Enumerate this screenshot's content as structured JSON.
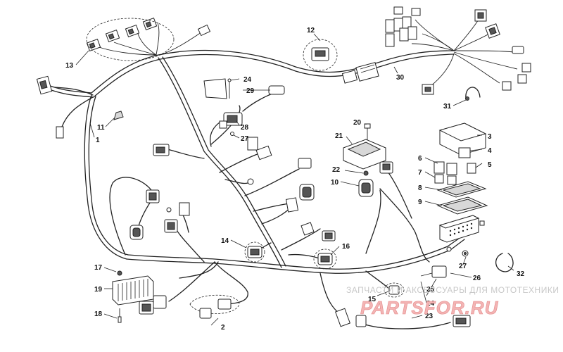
{
  "diagram": {
    "callouts": [
      {
        "id": "1",
        "text": "1"
      },
      {
        "id": "2",
        "text": "2"
      },
      {
        "id": "3",
        "text": "3"
      },
      {
        "id": "4",
        "text": "4"
      },
      {
        "id": "5",
        "text": "5"
      },
      {
        "id": "6",
        "text": "6"
      },
      {
        "id": "7",
        "text": "7"
      },
      {
        "id": "8",
        "text": "8"
      },
      {
        "id": "9",
        "text": "9"
      },
      {
        "id": "10",
        "text": "10"
      },
      {
        "id": "11",
        "text": "11"
      },
      {
        "id": "12",
        "text": "12"
      },
      {
        "id": "13",
        "text": "13"
      },
      {
        "id": "14",
        "text": "14"
      },
      {
        "id": "15",
        "text": "15"
      },
      {
        "id": "16",
        "text": "16"
      },
      {
        "id": "17",
        "text": "17"
      },
      {
        "id": "18",
        "text": "18"
      },
      {
        "id": "19",
        "text": "19"
      },
      {
        "id": "20",
        "text": "20"
      },
      {
        "id": "21",
        "text": "21"
      },
      {
        "id": "22",
        "text": "22"
      },
      {
        "id": "23",
        "text": "23"
      },
      {
        "id": "24a",
        "text": "24"
      },
      {
        "id": "24b",
        "text": "24"
      },
      {
        "id": "25",
        "text": "25"
      },
      {
        "id": "26",
        "text": "26"
      },
      {
        "id": "27a",
        "text": "27"
      },
      {
        "id": "27b",
        "text": "27"
      },
      {
        "id": "28",
        "text": "28"
      },
      {
        "id": "29",
        "text": "29"
      },
      {
        "id": "30",
        "text": "30"
      },
      {
        "id": "31",
        "text": "31"
      },
      {
        "id": "32",
        "text": "32"
      }
    ]
  },
  "watermark": {
    "tagline": "ЗАПЧАСТИ И АКСЕССУАРЫ ДЛЯ МОТОТЕХНИКИ",
    "logo": "PARTSFOR.RU"
  },
  "colors": {
    "line": "#222222",
    "background": "#ffffff",
    "watermark_text": "#c8c8c8",
    "watermark_logo": "#f3b4b4"
  }
}
